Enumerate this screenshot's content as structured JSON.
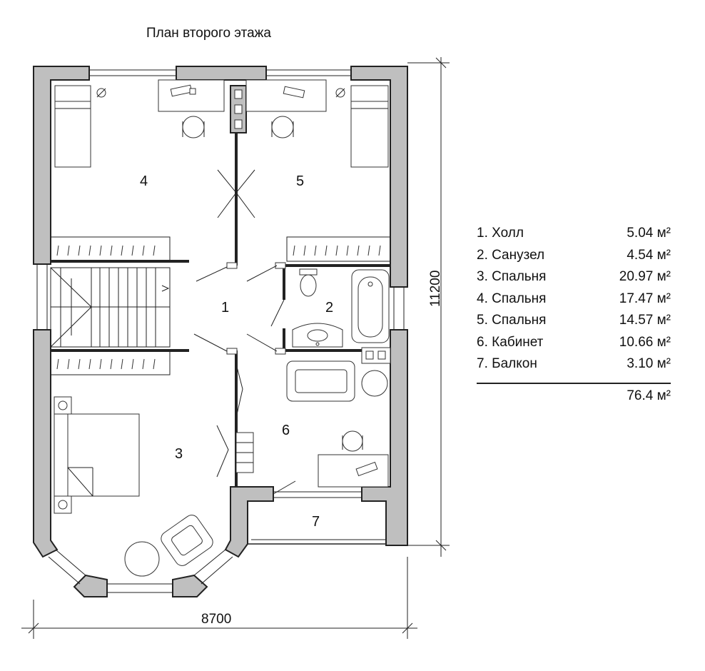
{
  "title": "План второго этажа",
  "dimensions": {
    "width": "8700",
    "height": "11200"
  },
  "rooms": [
    {
      "num": "1",
      "name": "Холл",
      "area": "5.04 м²"
    },
    {
      "num": "2",
      "name": "Санузел",
      "area": "4.54 м²"
    },
    {
      "num": "3",
      "name": "Спальня",
      "area": "20.97 м²"
    },
    {
      "num": "4",
      "name": "Спальня",
      "area": "17.47 м²"
    },
    {
      "num": "5",
      "name": "Спальня",
      "area": "14.57 м²"
    },
    {
      "num": "6",
      "name": "Кабинет",
      "area": "10.66 м²"
    },
    {
      "num": "7",
      "name": "Балкон",
      "area": "3.10 м²"
    }
  ],
  "legend": {
    "lines": [
      "1. Холл",
      "2. Санузел",
      "3. Спальня",
      "4. Спальня",
      "5. Спальня",
      "6. Кабинет",
      "7. Балкон"
    ],
    "total": "76.4 м²"
  },
  "colors": {
    "wall": "#bfbfbf",
    "stroke": "#222222"
  }
}
